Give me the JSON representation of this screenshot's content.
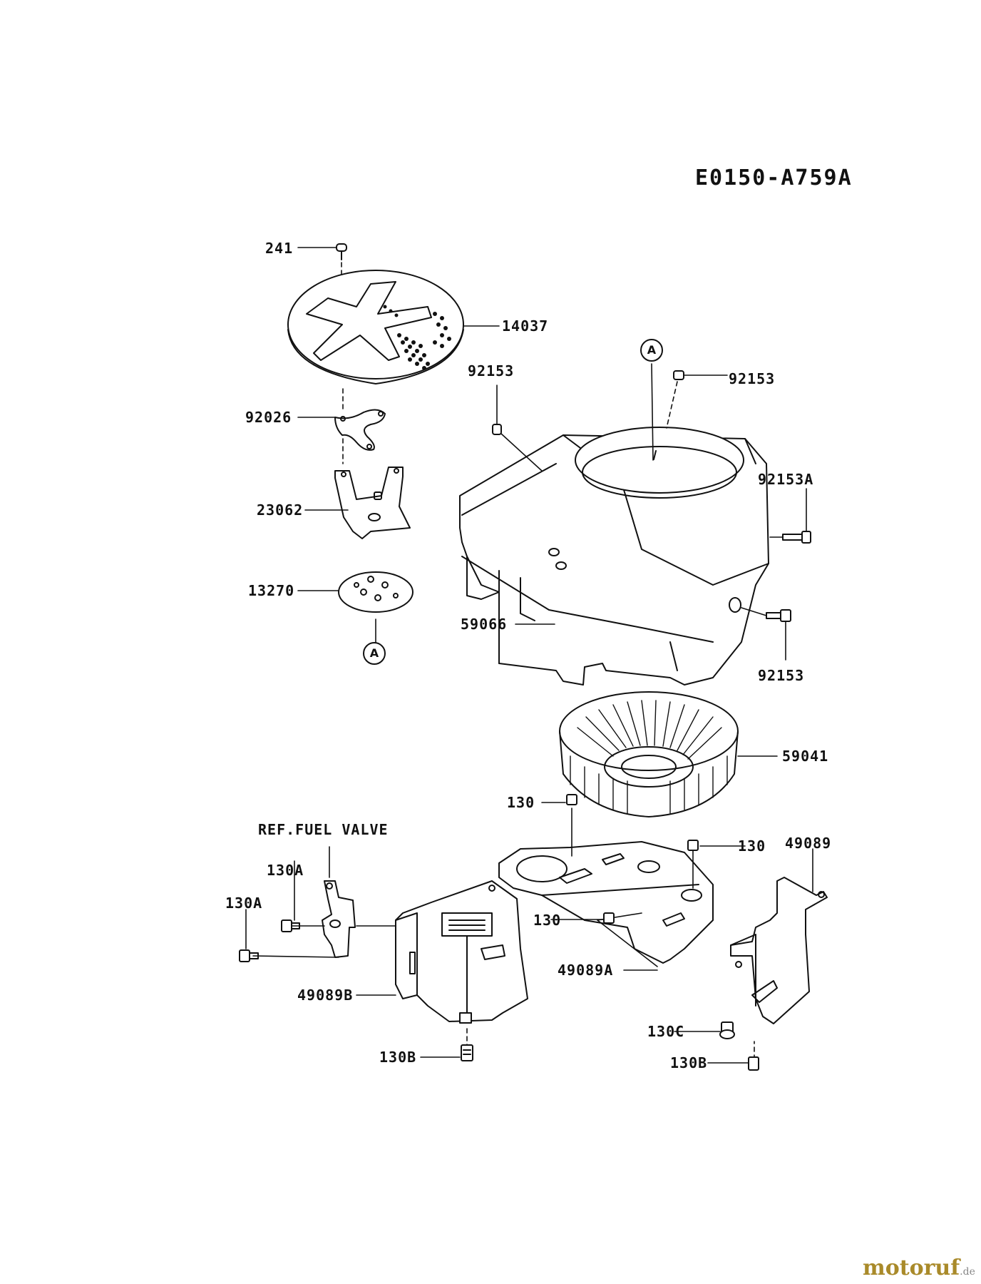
{
  "diagram": {
    "code": "E0150-A759A",
    "callout_a": "A",
    "ref_note": "REF.FUEL VALVE",
    "labels": {
      "p241": "241",
      "p14037": "14037",
      "p92026": "92026",
      "p23062": "23062",
      "p13270": "13270",
      "p92153_top_left": "92153",
      "p92153_top_right": "92153",
      "p92153A": "92153A",
      "p92153_bottom": "92153",
      "p59066": "59066",
      "p59041": "59041",
      "p130_top": "130",
      "p130_right": "130",
      "p130_mid": "130",
      "p49089": "49089",
      "p49089A": "49089A",
      "p49089B": "49089B",
      "p130A_upper": "130A",
      "p130A_lower": "130A",
      "p130B_left": "130B",
      "p130B_right": "130B",
      "p130C": "130C"
    }
  },
  "watermark": {
    "brand": "motoruf",
    "suffix": ".de"
  },
  "colors": {
    "line": "#111111",
    "watermark": "#a98a2a"
  }
}
